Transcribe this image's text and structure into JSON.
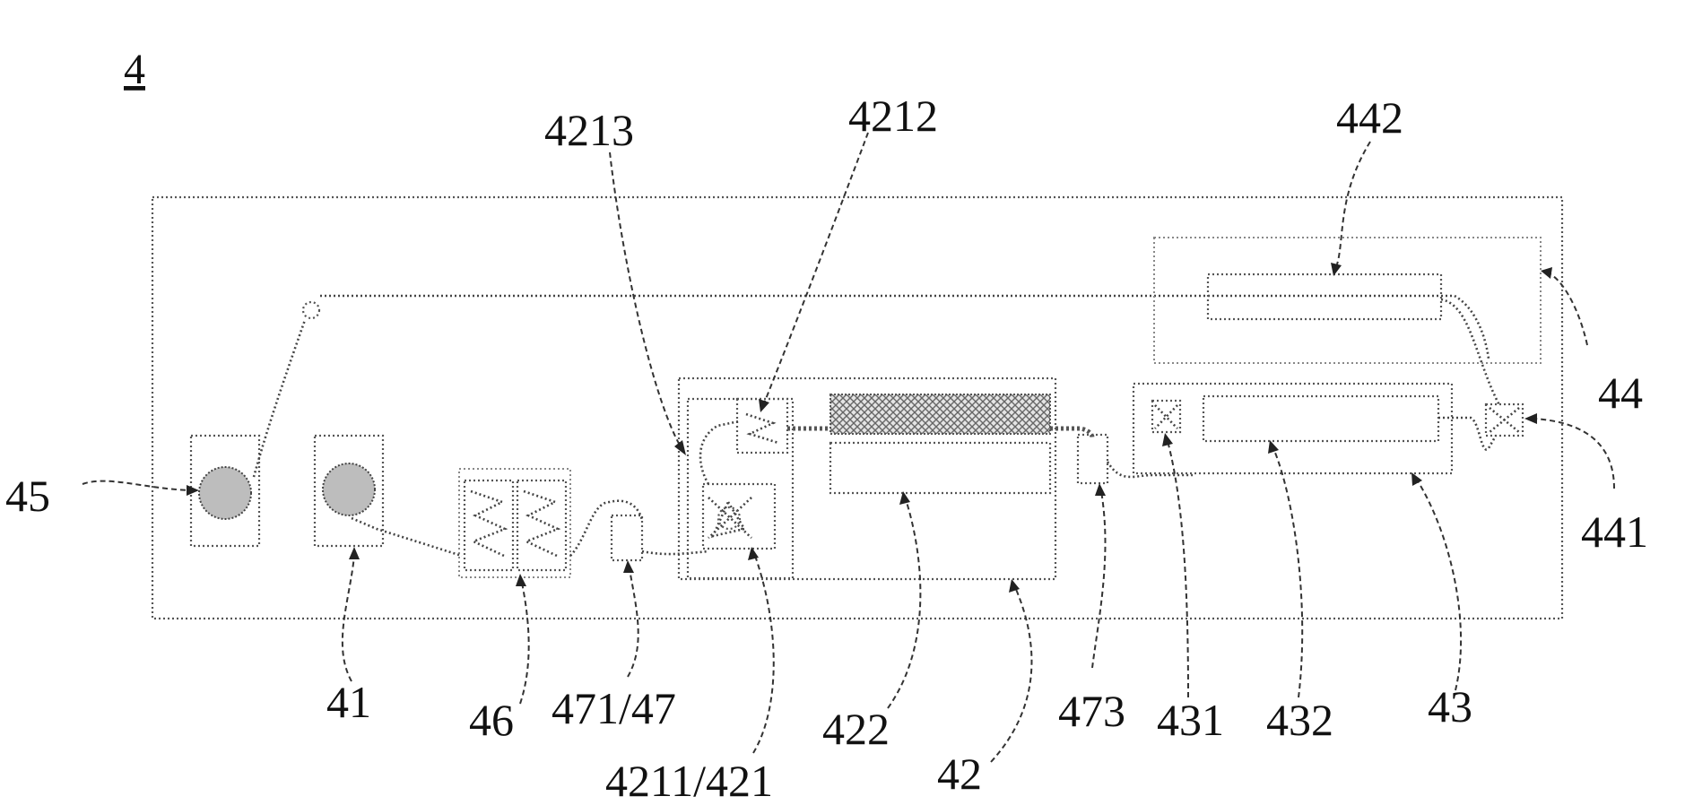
{
  "figure": {
    "number": "4"
  },
  "labels": {
    "l_4213": "4213",
    "l_4212": "4212",
    "l_442": "442",
    "l_44": "44",
    "l_441": "441",
    "l_45": "45",
    "l_41": "41",
    "l_46": "46",
    "l_471_47": "471/47",
    "l_4211_421": "4211/421",
    "l_422": "422",
    "l_42": "42",
    "l_473": "473",
    "l_431": "431",
    "l_432": "432",
    "l_43": "43"
  },
  "colors": {
    "line": "#444444",
    "fill": "#bdbdbd",
    "background": "#ffffff"
  }
}
